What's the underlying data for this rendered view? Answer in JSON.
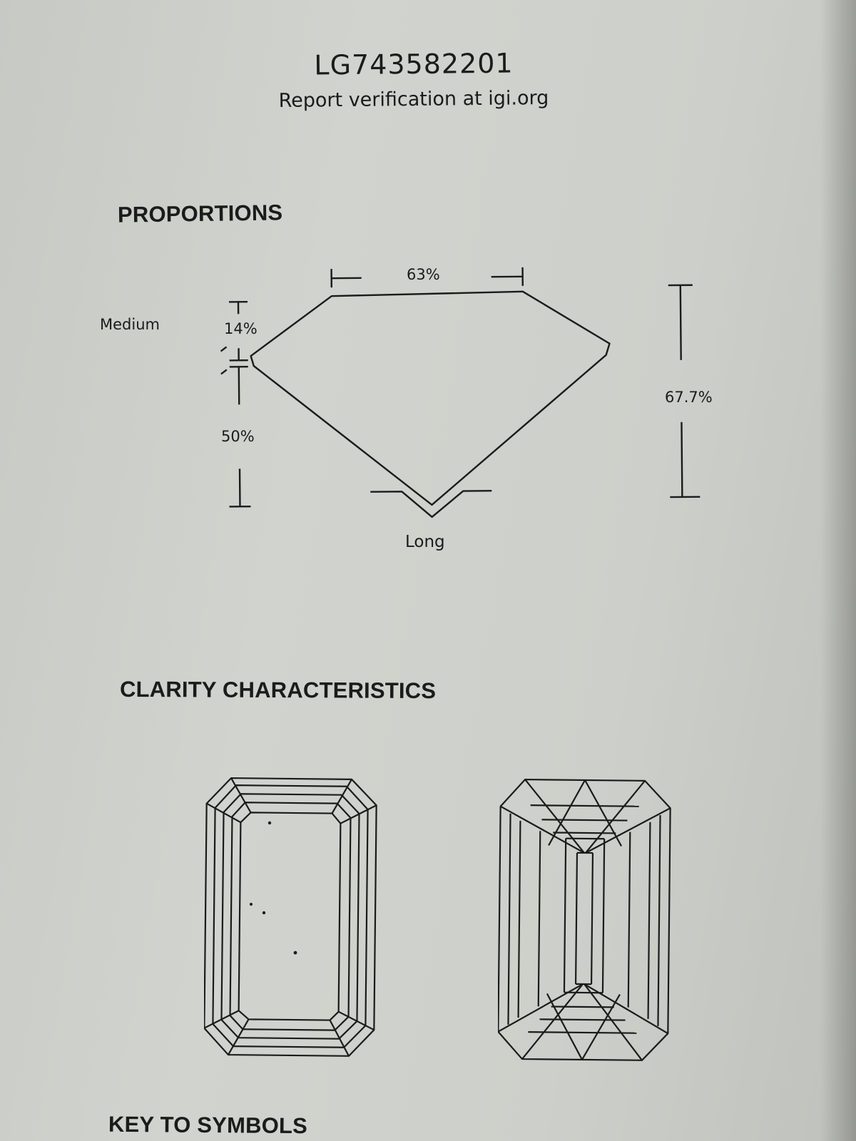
{
  "report": {
    "number": "LG743582201",
    "verification": "Report verification at igi.org"
  },
  "proportions": {
    "heading": "PROPORTIONS",
    "table_percent": "63%",
    "crown_height": "14%",
    "girdle": "Medium",
    "pavilion_depth": "50%",
    "total_depth": "67.7%",
    "culet": "Long"
  },
  "clarity": {
    "heading": "CLARITY CHARACTERISTICS",
    "plots": [
      "crown-view",
      "pavilion-view"
    ],
    "marks_on_crown_view": 4
  },
  "key_to_symbols": {
    "heading": "KEY TO SYMBOLS"
  },
  "colors": {
    "paper": "#cdcfca",
    "ink": "#1b1b1b"
  },
  "icons": [
    "emerald-cut-crown-icon",
    "emerald-cut-pavilion-icon",
    "diamond-profile-icon"
  ]
}
